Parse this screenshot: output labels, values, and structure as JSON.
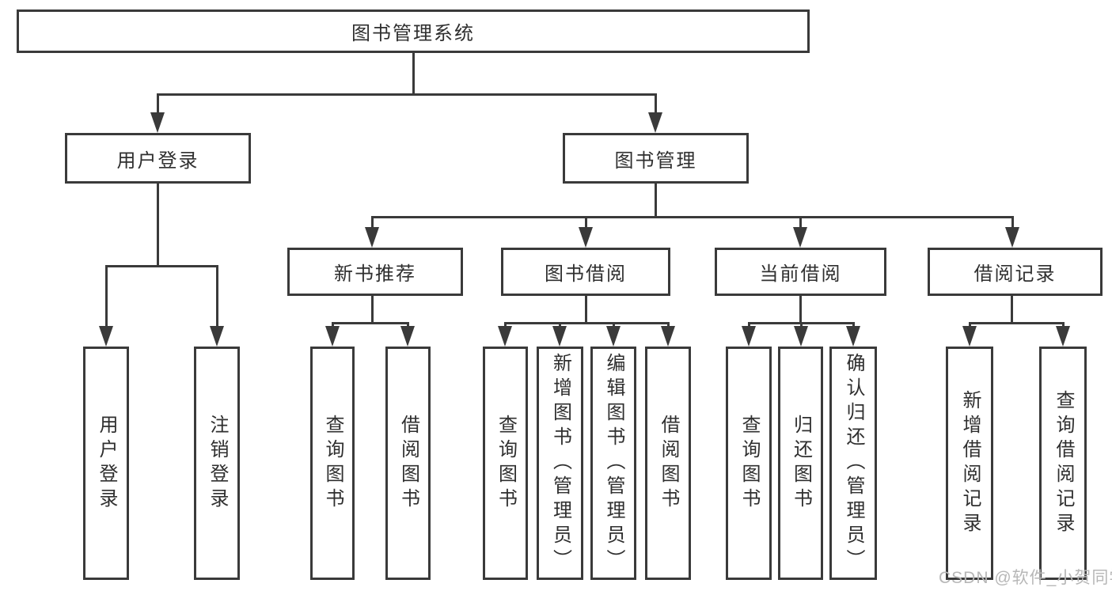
{
  "diagram_type": "hierarchy-tree",
  "colors": {
    "line": "#3a3a3a",
    "box_border": "#3a3a3a",
    "text": "#2f2f2f",
    "watermark": "#b7b7b7",
    "background": "#ffffff"
  },
  "watermark": "CSDN @软件_小贺同学",
  "tree": {
    "label": "图书管理系统",
    "children": [
      {
        "label": "用户登录",
        "children": [
          {
            "label": "用户登录"
          },
          {
            "label": "注销登录"
          }
        ]
      },
      {
        "label": "图书管理",
        "children": [
          {
            "label": "新书推荐",
            "children": [
              {
                "label": "查询图书"
              },
              {
                "label": "借阅图书"
              }
            ]
          },
          {
            "label": "图书借阅",
            "children": [
              {
                "label": "查询图书"
              },
              {
                "label": "新增图书（管理员）"
              },
              {
                "label": "编辑图书（管理员）"
              },
              {
                "label": "借阅图书"
              }
            ]
          },
          {
            "label": "当前借阅",
            "children": [
              {
                "label": "查询图书"
              },
              {
                "label": "归还图书"
              },
              {
                "label": "确认归还（管理员）"
              }
            ]
          },
          {
            "label": "借阅记录",
            "children": [
              {
                "label": "新增借阅记录"
              },
              {
                "label": "查询借阅记录"
              }
            ]
          }
        ]
      }
    ]
  }
}
